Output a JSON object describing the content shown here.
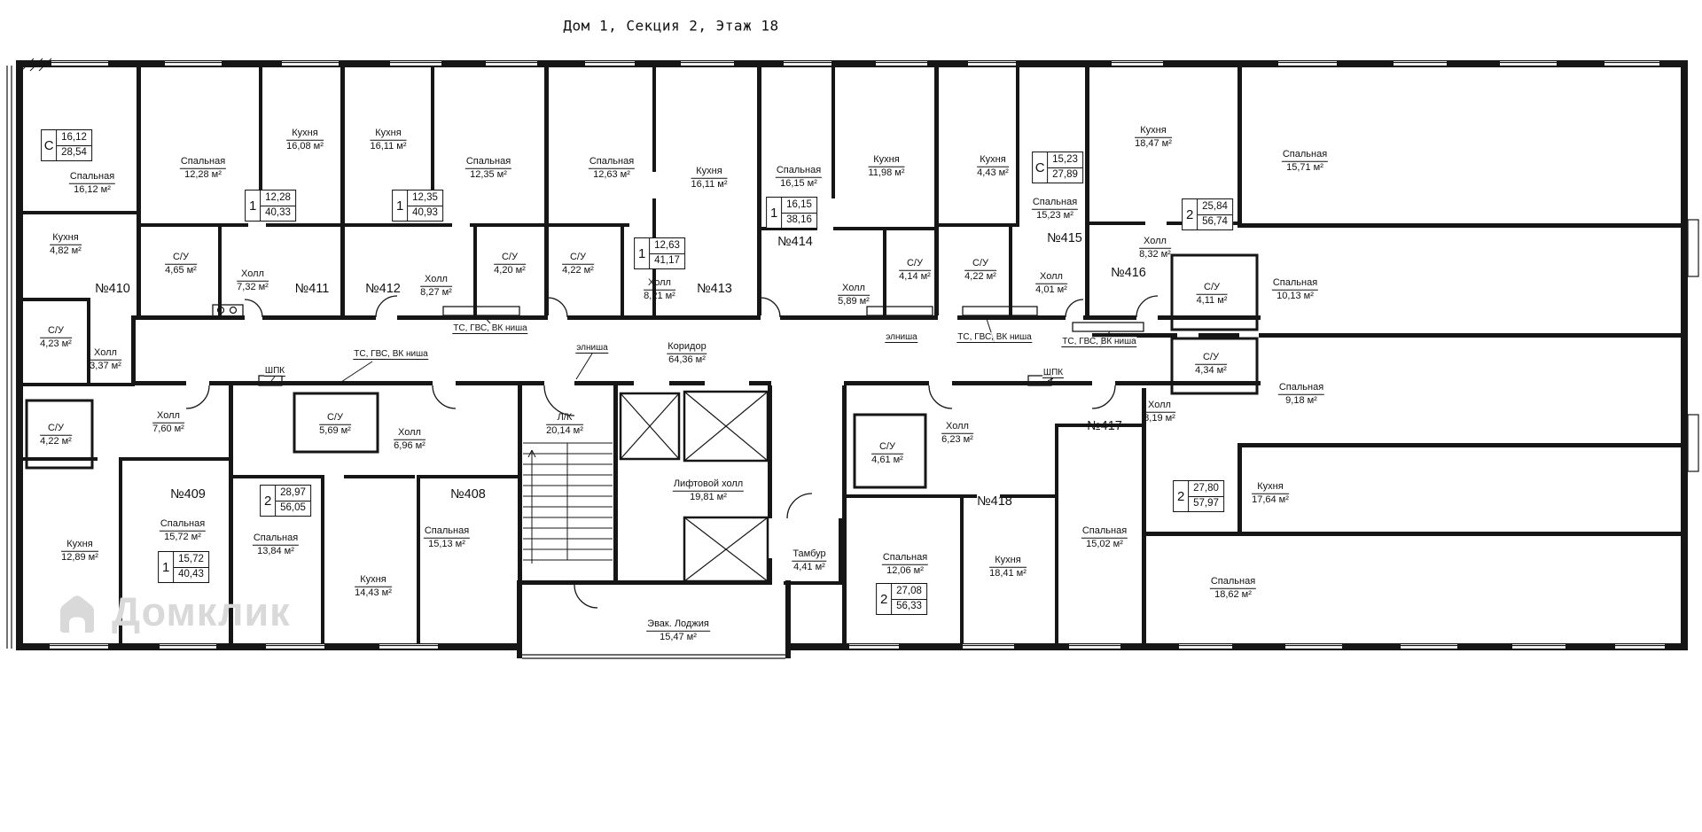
{
  "title": "Дом 1, Секция 2, Этаж 18",
  "watermark": "Домклик",
  "tech": {
    "niche": "ТС, ГВС, ВК ниша",
    "el_niche": "элниша",
    "shpk": "ШПК"
  },
  "common": {
    "corridor": {
      "name": "Коридор",
      "area": "64,36 м²"
    },
    "stairs": {
      "name": "Л/К",
      "area": "20,14 м²"
    },
    "lift_hall": {
      "name": "Лифтовой холл",
      "area": "19,81 м²"
    },
    "tambour": {
      "name": "Тамбур",
      "area": "4,41 м²"
    },
    "loggia": {
      "name": "Эвак. Лоджия",
      "area": "15,47 м²"
    }
  },
  "apartments": {
    "a408": {
      "number": "№408",
      "type": "2",
      "living": "28,97",
      "total": "56,05",
      "rooms": {
        "wc": {
          "name": "С/У",
          "area": "5,69 м²"
        },
        "hall": {
          "name": "Холл",
          "area": "6,96 м²"
        },
        "bedroom1": {
          "name": "Спальная",
          "area": "13,84 м²"
        },
        "kitchen": {
          "name": "Кухня",
          "area": "14,43 м²"
        },
        "bedroom2": {
          "name": "Спальная",
          "area": "15,13 м²"
        }
      }
    },
    "a409": {
      "number": "№409",
      "type": "1",
      "living": "15,72",
      "total": "40,43",
      "rooms": {
        "wc": {
          "name": "С/У",
          "area": "4,22 м²"
        },
        "hall": {
          "name": "Холл",
          "area": "7,60 м²"
        },
        "bedroom": {
          "name": "Спальная",
          "area": "15,72 м²"
        },
        "kitchen": {
          "name": "Кухня",
          "area": "12,89 м²"
        }
      }
    },
    "a410": {
      "number": "№410",
      "type": "С",
      "living": "16,12",
      "total": "28,54",
      "rooms": {
        "bedroom": {
          "name": "Спальная",
          "area": "16,12 м²"
        },
        "kitchen": {
          "name": "Кухня",
          "area": "4,82 м²"
        },
        "wc": {
          "name": "С/У",
          "area": "4,23 м²"
        },
        "hall": {
          "name": "Холл",
          "area": "3,37 м²"
        }
      }
    },
    "a411": {
      "number": "№411",
      "type": "1",
      "living": "12,28",
      "total": "40,33",
      "rooms": {
        "bedroom": {
          "name": "Спальная",
          "area": "12,28 м²"
        },
        "kitchen": {
          "name": "Кухня",
          "area": "16,08 м²"
        },
        "wc": {
          "name": "С/У",
          "area": "4,65 м²"
        },
        "hall": {
          "name": "Холл",
          "area": "7,32 м²"
        }
      }
    },
    "a412": {
      "number": "№412",
      "type": "1",
      "living": "12,35",
      "total": "40,93",
      "rooms": {
        "kitchen": {
          "name": "Кухня",
          "area": "16,11 м²"
        },
        "bedroom": {
          "name": "Спальная",
          "area": "12,35 м²"
        },
        "wc": {
          "name": "С/У",
          "area": "4,20 м²"
        },
        "hall": {
          "name": "Холл",
          "area": "8,27 м²"
        }
      }
    },
    "a413": {
      "number": "№413",
      "type": "1",
      "living": "12,63",
      "total": "41,17",
      "rooms": {
        "bedroom": {
          "name": "Спальная",
          "area": "12,63 м²"
        },
        "kitchen": {
          "name": "Кухня",
          "area": "16,11 м²"
        },
        "wc": {
          "name": "С/У",
          "area": "4,22 м²"
        },
        "hall": {
          "name": "Холл",
          "area": "8,21 м²"
        }
      }
    },
    "a414": {
      "number": "№414",
      "type": "1",
      "living": "16,15",
      "total": "38,16",
      "rooms": {
        "bedroom": {
          "name": "Спальная",
          "area": "16,15 м²"
        },
        "kitchen": {
          "name": "Кухня",
          "area": "11,98 м²"
        },
        "hall": {
          "name": "Холл",
          "area": "5,89 м²"
        },
        "wc": {
          "name": "С/У",
          "area": "4,14 м²"
        }
      }
    },
    "a415": {
      "number": "№415",
      "type": "С",
      "living": "15,23",
      "total": "27,89",
      "rooms": {
        "kitchen": {
          "name": "Кухня",
          "area": "4,43 м²"
        },
        "bedroom": {
          "name": "Спальная",
          "area": "15,23 м²"
        },
        "wc": {
          "name": "С/У",
          "area": "4,22 м²"
        },
        "hall": {
          "name": "Холл",
          "area": "4,01 м²"
        }
      }
    },
    "a416": {
      "number": "№416",
      "type": "2",
      "living": "25,84",
      "total": "56,74",
      "rooms": {
        "kitchen": {
          "name": "Кухня",
          "area": "18,47 м²"
        },
        "bedroom1": {
          "name": "Спальная",
          "area": "15,71 м²"
        },
        "hall": {
          "name": "Холл",
          "area": "8,32 м²"
        },
        "wc": {
          "name": "С/У",
          "area": "4,11 м²"
        },
        "bedroom2": {
          "name": "Спальная",
          "area": "10,13 м²"
        }
      }
    },
    "a417": {
      "number": "№417",
      "type": "2",
      "living": "27,80",
      "total": "57,97",
      "rooms": {
        "wc": {
          "name": "С/У",
          "area": "4,34 м²"
        },
        "bedroom1": {
          "name": "Спальная",
          "area": "9,18 м²"
        },
        "hall": {
          "name": "Холл",
          "area": "8,19 м²"
        },
        "kitchen": {
          "name": "Кухня",
          "area": "17,64 м²"
        },
        "bedroom2": {
          "name": "Спальная",
          "area": "18,62 м²"
        }
      }
    },
    "a418": {
      "number": "№418",
      "type": "2",
      "living": "27,08",
      "total": "56,33",
      "rooms": {
        "wc": {
          "name": "С/У",
          "area": "4,61 м²"
        },
        "hall": {
          "name": "Холл",
          "area": "6,23 м²"
        },
        "bedroom1": {
          "name": "Спальная",
          "area": "12,06 м²"
        },
        "kitchen": {
          "name": "Кухня",
          "area": "18,41 м²"
        },
        "bedroom2": {
          "name": "Спальная",
          "area": "15,02 м²"
        }
      }
    }
  }
}
